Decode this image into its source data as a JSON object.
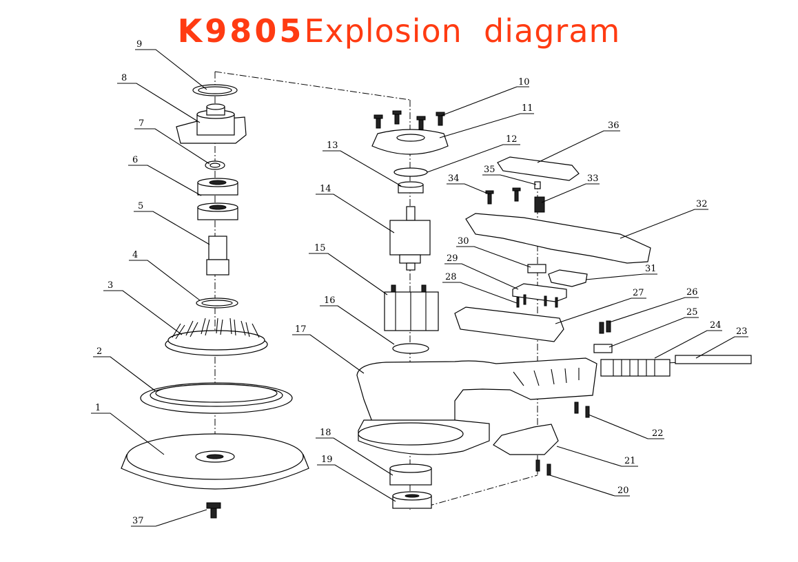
{
  "title": {
    "model": "K9805",
    "text": "Explosion  diagram"
  },
  "colors": {
    "title": "#ff3b12",
    "line": "#000000",
    "background": "#ffffff"
  },
  "callouts": [
    "1",
    "2",
    "3",
    "4",
    "5",
    "6",
    "7",
    "8",
    "9",
    "10",
    "11",
    "12",
    "13",
    "14",
    "15",
    "16",
    "17",
    "18",
    "19",
    "20",
    "21",
    "22",
    "23",
    "24",
    "25",
    "26",
    "27",
    "28",
    "29",
    "30",
    "31",
    "32",
    "33",
    "34",
    "35",
    "36",
    "37"
  ]
}
